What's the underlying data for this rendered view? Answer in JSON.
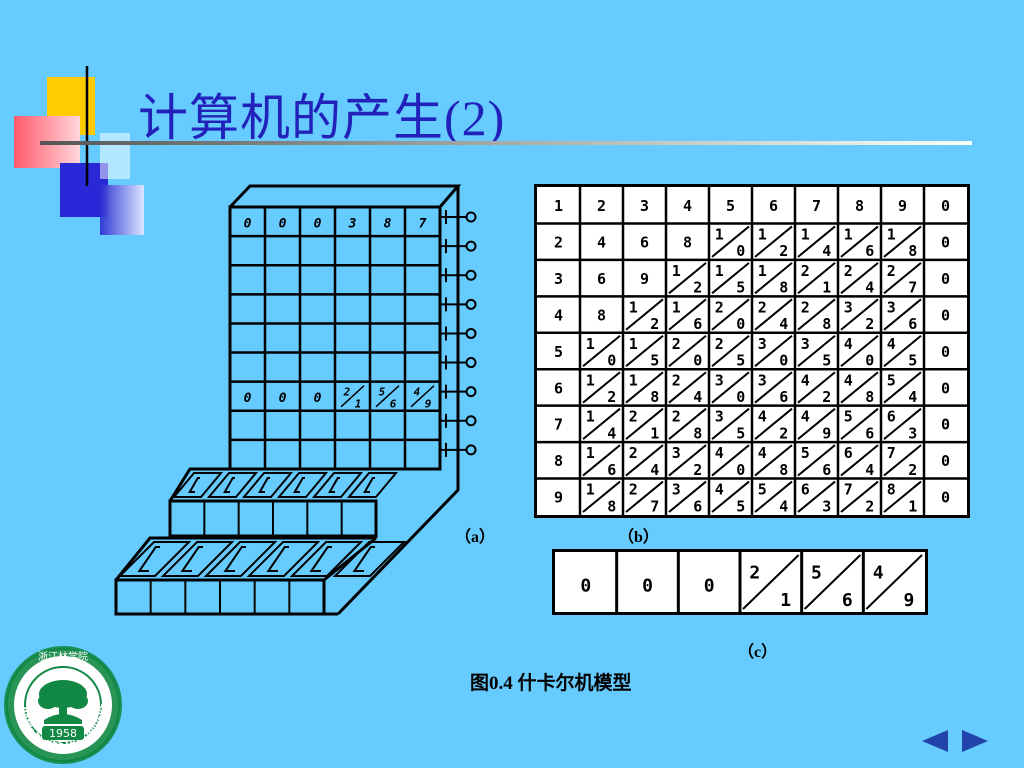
{
  "slide": {
    "title": "计算机的产生",
    "title_suffix": "(2)",
    "caption": "图0.4  什卡尔机模型",
    "label_a": "（a）",
    "label_b": "（b）",
    "label_c": "（c）"
  },
  "logo": {
    "arc_text": "ZHEJIANG FORESTRY UNIVERSITY",
    "top_text": "浙江林学院",
    "year": "1958"
  },
  "figure_a": {
    "top_row": [
      "0",
      "0",
      "0",
      "3",
      "8",
      "7"
    ],
    "result_row": [
      "0",
      "0",
      "0",
      "2/1",
      "5/6",
      "4/9"
    ],
    "crank_count": 9
  },
  "multiplication_table": {
    "rows": [
      [
        "1",
        "2",
        "3",
        "4",
        "5",
        "6",
        "7",
        "8",
        "9",
        "0"
      ],
      [
        "2",
        "4",
        "6",
        "8",
        "1/0",
        "1/2",
        "1/4",
        "1/6",
        "1/8",
        "0"
      ],
      [
        "3",
        "6",
        "9",
        "1/2",
        "1/5",
        "1/8",
        "2/1",
        "2/4",
        "2/7",
        "0"
      ],
      [
        "4",
        "8",
        "1/2",
        "1/6",
        "2/0",
        "2/4",
        "2/8",
        "3/2",
        "3/6",
        "0"
      ],
      [
        "5",
        "1/0",
        "1/5",
        "2/0",
        "2/5",
        "3/0",
        "3/5",
        "4/0",
        "4/5",
        "0"
      ],
      [
        "6",
        "1/2",
        "1/8",
        "2/4",
        "3/0",
        "3/6",
        "4/2",
        "4/8",
        "5/4",
        "0"
      ],
      [
        "7",
        "1/4",
        "2/1",
        "2/8",
        "3/5",
        "4/2",
        "4/9",
        "5/6",
        "6/3",
        "0"
      ],
      [
        "8",
        "1/6",
        "2/4",
        "3/2",
        "4/0",
        "4/8",
        "5/6",
        "6/4",
        "7/2",
        "0"
      ],
      [
        "9",
        "1/8",
        "2/7",
        "3/6",
        "4/5",
        "5/4",
        "6/3",
        "7/2",
        "8/1",
        "0"
      ]
    ]
  },
  "result_strip": {
    "cells": [
      "0",
      "0",
      "0",
      "2/1",
      "5/6",
      "4/9"
    ]
  },
  "colors": {
    "background": "#66ccff",
    "title": "#2222bb",
    "nav": "#2244aa",
    "logo": "#118844"
  },
  "nav": {
    "prev_icon": "triangle-left-icon",
    "next_icon": "triangle-right-icon"
  }
}
